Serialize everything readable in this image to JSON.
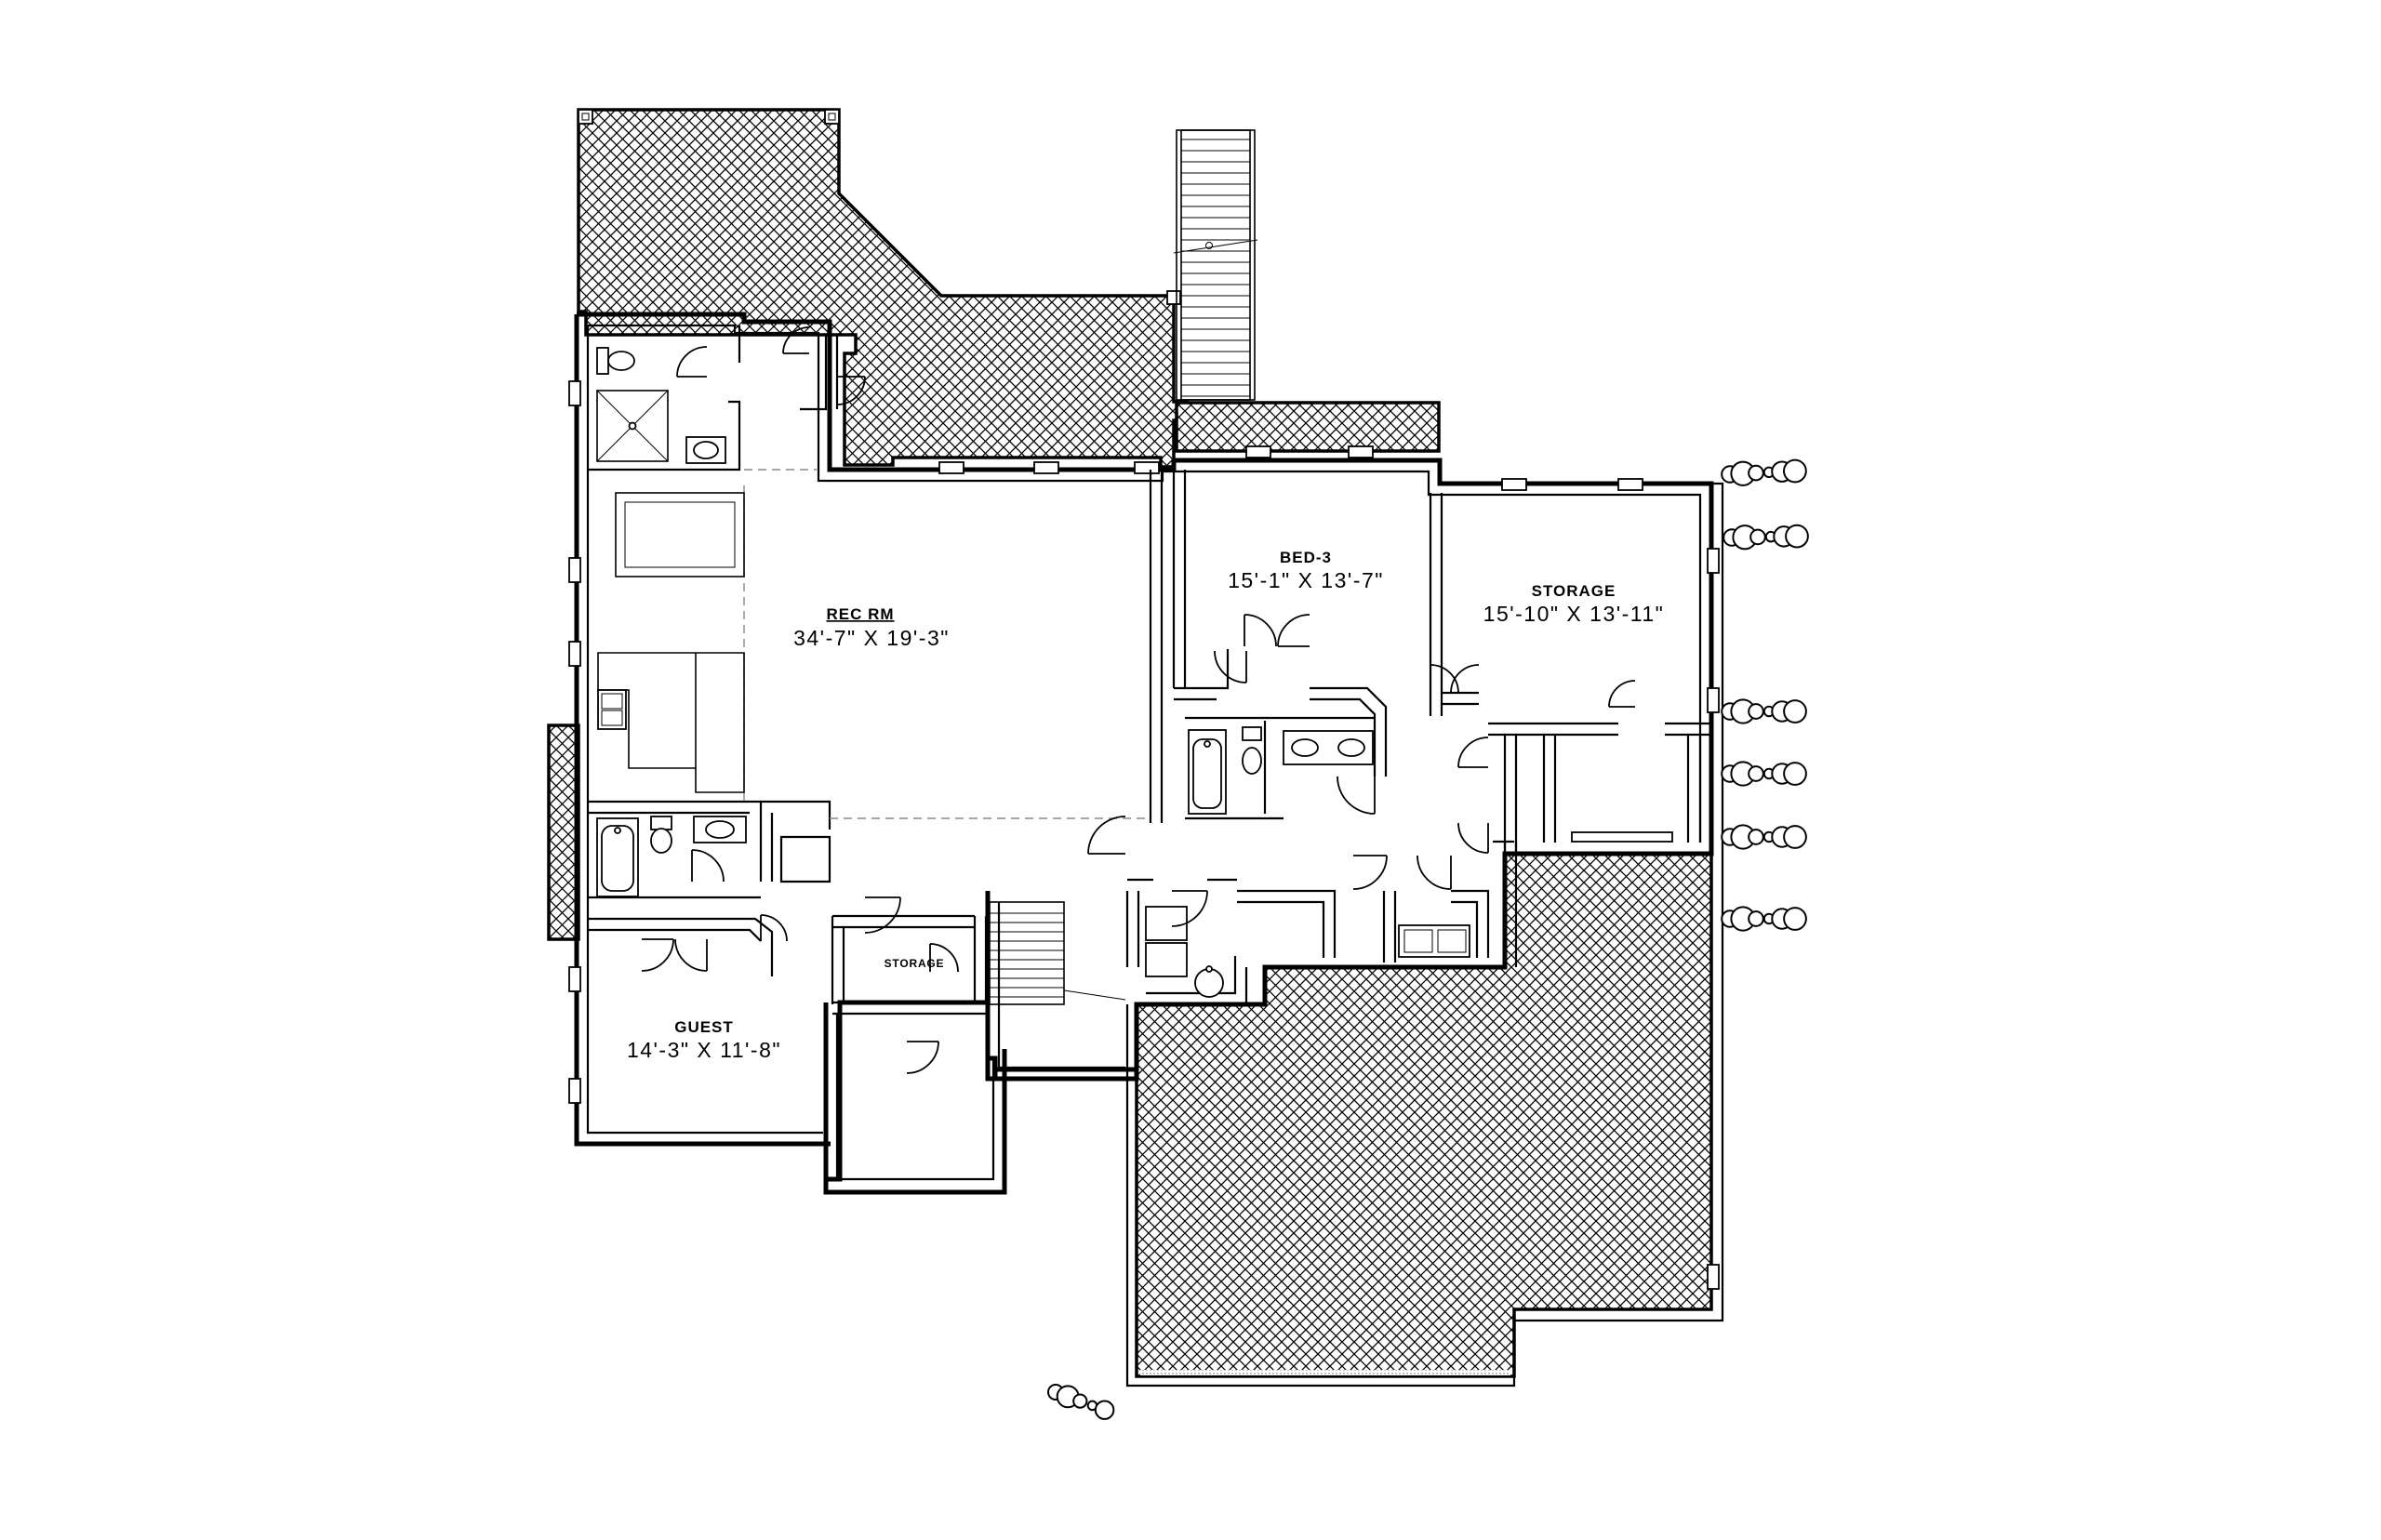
{
  "rooms": {
    "rec_room": {
      "name": "REC RM",
      "dims": "34'-7\" X 19'-3\""
    },
    "bed_3": {
      "name": "BED-3",
      "dims": "15'-1\" X 13'-7\""
    },
    "storage_large": {
      "name": "STORAGE",
      "dims": "15'-10\" X 13'-11\""
    },
    "guest": {
      "name": "GUEST",
      "dims": "14'-3\" X 11'-8\""
    },
    "storage_small": {
      "name": "STORAGE"
    }
  },
  "colors": {
    "line": "#000000",
    "background": "#ffffff",
    "dashed": "#888888"
  },
  "icons": [
    "toilet-icon",
    "sink-icon",
    "bathtub-icon",
    "shower-icon",
    "door-swing-icon",
    "stair-icon",
    "shrub-icon"
  ]
}
